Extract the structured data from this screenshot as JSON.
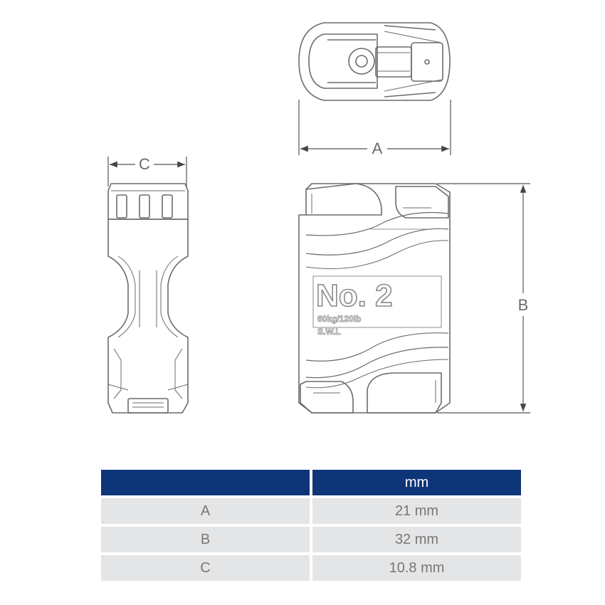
{
  "dimensions": {
    "a_label": "A",
    "b_label": "B",
    "c_label": "C"
  },
  "product": {
    "model": "No. 2",
    "rating": "60kg/120lb",
    "swl": "S.W.L"
  },
  "table": {
    "header": [
      "",
      "mm"
    ],
    "rows": [
      {
        "dimension": "A",
        "value": "21 mm"
      },
      {
        "dimension": "B",
        "value": "32 mm"
      },
      {
        "dimension": "C",
        "value": "10.8 mm"
      }
    ]
  },
  "colors": {
    "header_bg": "#0e3578",
    "row_bg": "#e4e5e7",
    "line": "#6b6b6b"
  }
}
